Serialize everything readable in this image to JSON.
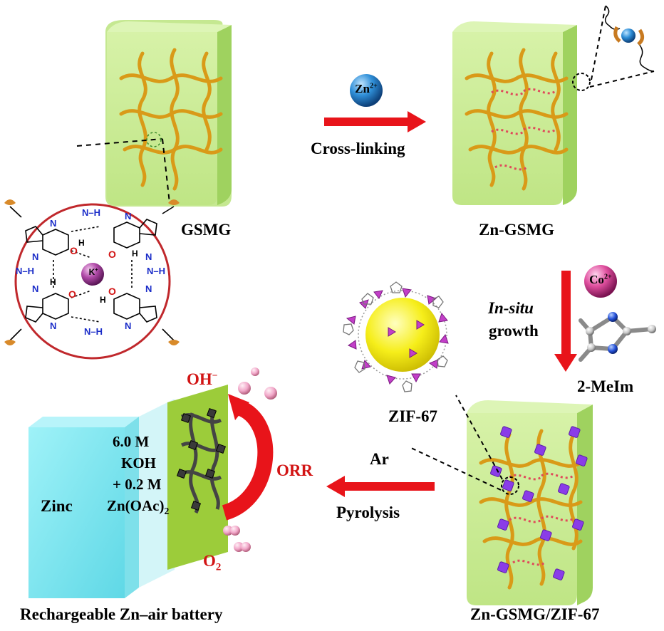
{
  "labels": {
    "gsmg": "GSMG",
    "zn_gsmg": "Zn-GSMG",
    "zn_gsmg_zif67": "Zn-GSMG/ZIF-67",
    "battery": "Rechargeable Zn–air battery",
    "zif67": "ZIF-67",
    "two_meim": "2-MeIm",
    "zinc": "Zinc"
  },
  "steps": {
    "crosslinking": "Cross-linking",
    "insitu_italic": "In-situ",
    "growth": "growth",
    "ar": "Ar",
    "pyrolysis": "Pyrolysis"
  },
  "ions": {
    "zn": {
      "base": "Zn",
      "charge": "2+"
    },
    "co": {
      "base": "Co",
      "charge": "2+"
    },
    "k": {
      "base": "K",
      "charge": "+"
    }
  },
  "battery": {
    "line1": "6.0 M",
    "line2": "KOH",
    "line3": "+ 0.2 M",
    "line4_base": "Zn(OAc)",
    "line4_sub": "2",
    "oh_base": "OH",
    "oh_charge": "−",
    "orr": "ORR",
    "o2_base": "O",
    "o2_sub": "2"
  },
  "tetrad_atoms": {
    "n": "N",
    "nh": "N–H",
    "h": "H",
    "o": "O"
  },
  "colors": {
    "gel_face": "#c9ec94",
    "gel_side": "#9fd25f",
    "gel_top": "#ddf5b6",
    "fiber": "#e0a520",
    "fiber_dark": "#a8740a",
    "crosslink": "#e04a5a",
    "arrow": "#e8141a",
    "circle": "#c0282c",
    "zn_ion": "#2f8fd8",
    "co_ion": "#d94a9a",
    "k_ion": "#b04aa8",
    "zif": "#8a3ce8",
    "zinc_electrode": "#7ee8f0",
    "cathode": "#9ccc3a"
  }
}
